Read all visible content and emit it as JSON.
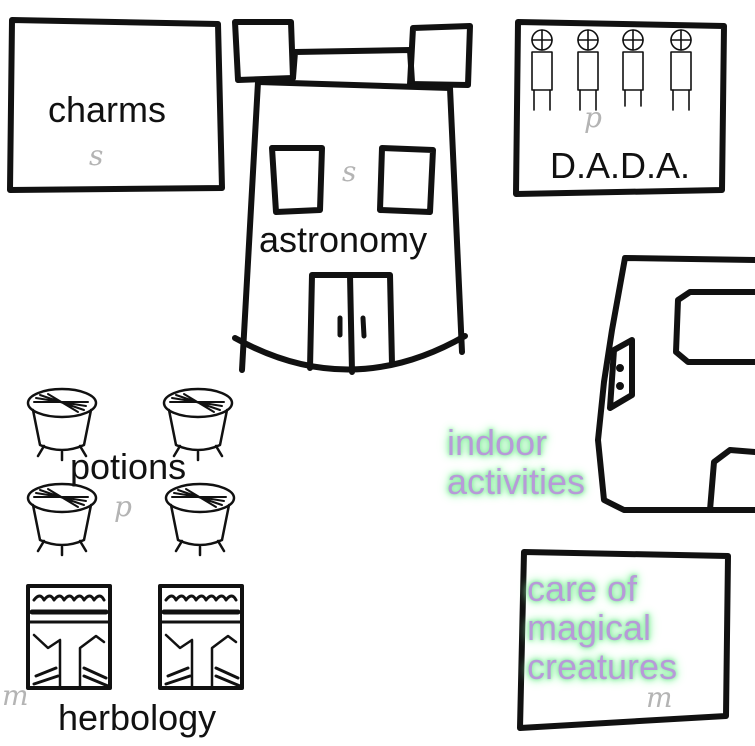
{
  "locations": {
    "charms": {
      "label": "charms",
      "marker": "s"
    },
    "astronomy": {
      "label": "astronomy",
      "marker": "s"
    },
    "dada": {
      "label": "D.A.D.A.",
      "marker": "p"
    },
    "potions": {
      "label": "potions",
      "marker": "p"
    },
    "herbology": {
      "label": "herbology",
      "marker": "m"
    },
    "indoor_activities": {
      "line1": "indoor",
      "line2": "activities"
    },
    "care_of_magical_creatures": {
      "line1": "care of",
      "line2": "magical",
      "line3": "creatures",
      "marker": "m"
    }
  },
  "colors": {
    "ink": "#111111",
    "marker": "#b4b4b4",
    "highlight_text": "#b79ad8",
    "highlight_glow": "#8ff0a6"
  }
}
